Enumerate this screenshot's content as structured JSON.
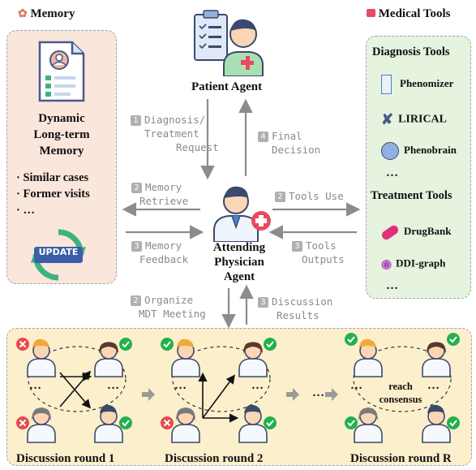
{
  "memory": {
    "header": "Memory",
    "title_lines": [
      "Dynamic",
      "Long-term",
      "Memory"
    ],
    "bullets": [
      "· Similar cases",
      "· Former visits",
      "· …"
    ],
    "update_badge": "UPDATE"
  },
  "tools": {
    "header": "Medical Tools",
    "diagnosis_title": "Diagnosis Tools",
    "diagnosis_items": [
      "Phenomizer",
      "LIRICAL",
      "Phenobrain",
      "…"
    ],
    "treatment_title": "Treatment Tools",
    "treatment_items": [
      "DrugBank",
      "DDI-graph",
      "…"
    ]
  },
  "patient_agent": "Patient Agent",
  "physician_lines": [
    "Attending",
    "Physician",
    "Agent"
  ],
  "arrows": {
    "a1": {
      "num": "1",
      "lines": [
        "Diagnosis/",
        "Treatment",
        "Request"
      ]
    },
    "a4": {
      "num": "4",
      "lines": [
        "Final",
        "Decision"
      ]
    },
    "mem_retrieve": {
      "num": "2",
      "lines": [
        "Memory",
        "Retrieve"
      ]
    },
    "mem_feedback": {
      "num": "3",
      "lines": [
        "Memory",
        "Feedback"
      ]
    },
    "tools_use": {
      "num": "2",
      "lines": [
        "Tools Use"
      ]
    },
    "tools_outputs": {
      "num": "3",
      "lines": [
        "Tools",
        "Outputs"
      ]
    },
    "organize": {
      "num": "2",
      "lines": [
        "Organize",
        "MDT Meeting"
      ]
    },
    "results": {
      "num": "3",
      "lines": [
        "Discussion",
        "Results"
      ]
    }
  },
  "discussion": {
    "round1": "Discussion round 1",
    "round2": "Discussion round 2",
    "roundR": "Discussion round R",
    "ellipsis": "…",
    "consensus_lines": [
      "reach",
      "consensus"
    ]
  },
  "colors": {
    "memory_bg": "#fbe6dc",
    "tools_bg": "#e6f3df",
    "discussion_bg": "#fcefcc",
    "check_green": "#22b14c",
    "cross_red": "#e84a4a",
    "arrow_gray": "#8c8c8c"
  }
}
